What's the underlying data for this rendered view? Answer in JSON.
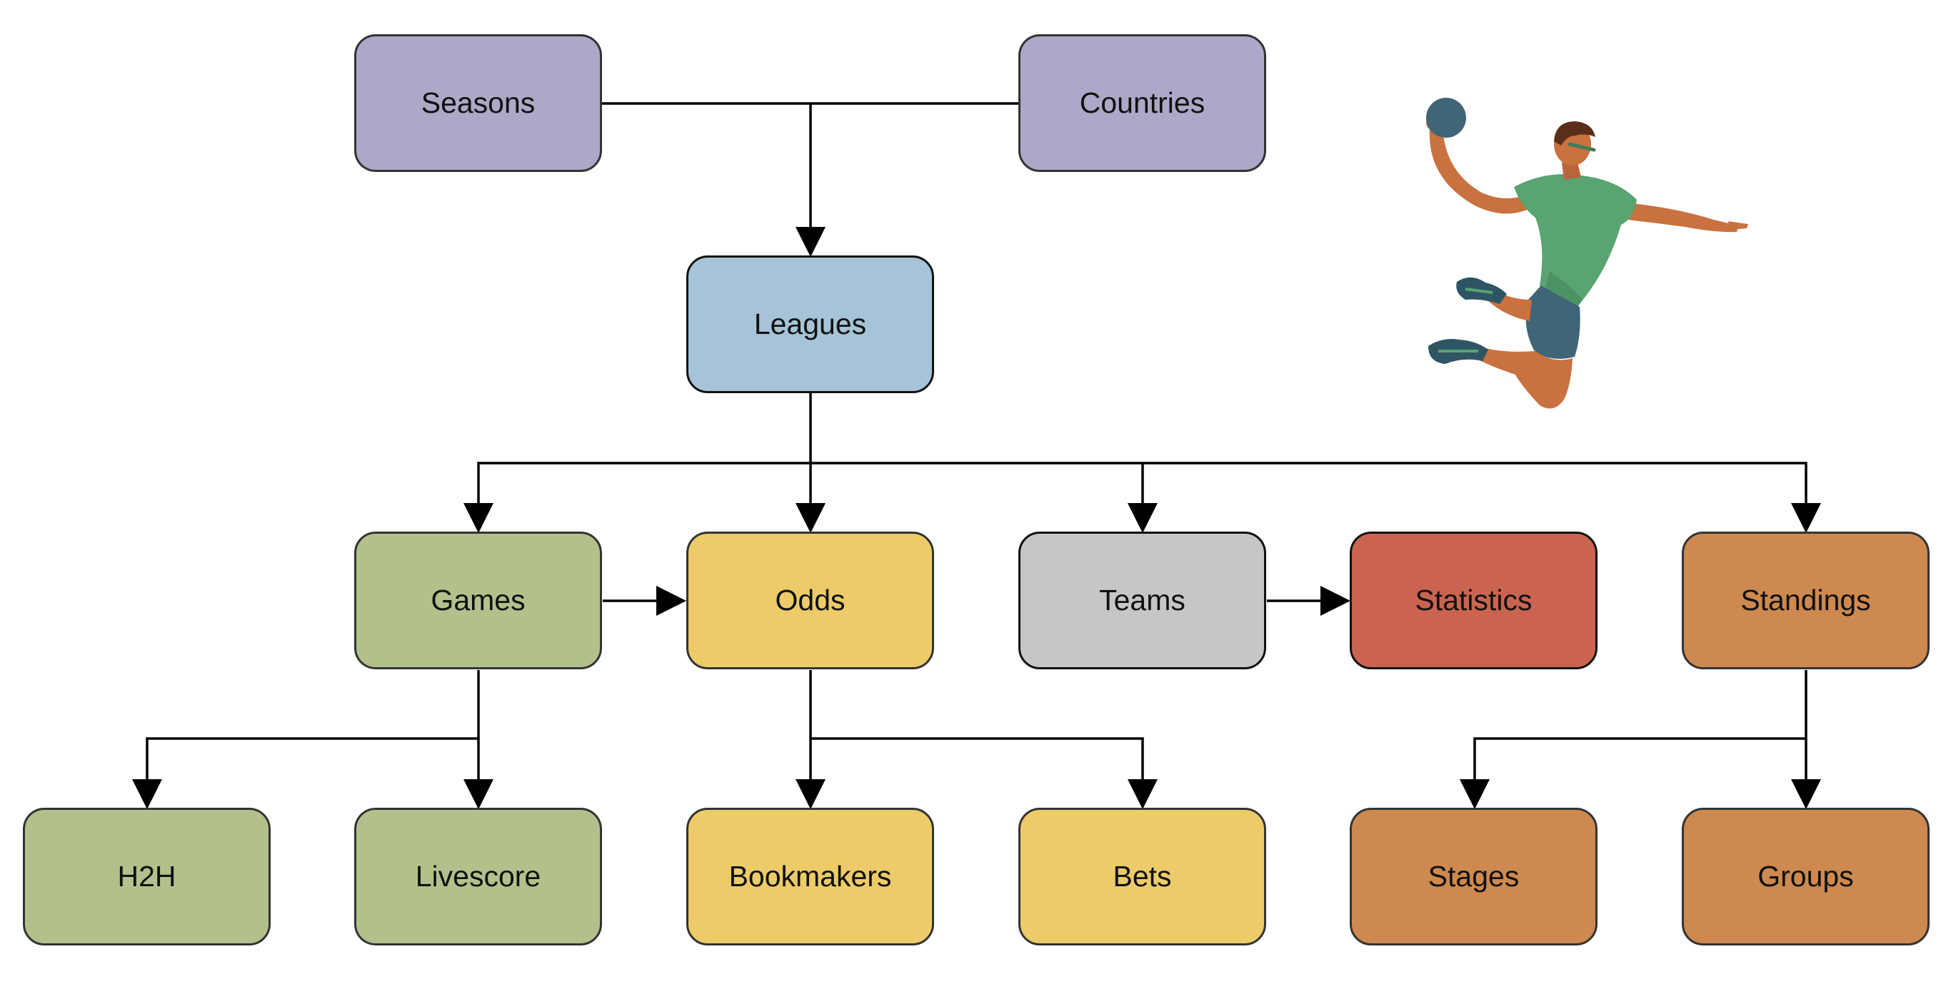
{
  "nodes": {
    "seasons": {
      "label": "Seasons",
      "color": "#ADA8C7"
    },
    "countries": {
      "label": "Countries",
      "color": "#ADA8C7"
    },
    "leagues": {
      "label": "Leagues",
      "color": "#A6C3D7"
    },
    "games": {
      "label": "Games",
      "color": "#B2C18B"
    },
    "odds": {
      "label": "Odds",
      "color": "#ECCB68"
    },
    "teams": {
      "label": "Teams",
      "color": "#C6C6C6"
    },
    "statistics": {
      "label": "Statistics",
      "color": "#CA6450"
    },
    "standings": {
      "label": "Standings",
      "color": "#CD894F"
    },
    "h2h": {
      "label": "H2H",
      "color": "#B2C18B"
    },
    "livescore": {
      "label": "Livescore",
      "color": "#B2C18B"
    },
    "bookmakers": {
      "label": "Bookmakers",
      "color": "#ECCB68"
    },
    "bets": {
      "label": "Bets",
      "color": "#ECCB68"
    },
    "stages": {
      "label": "Stages",
      "color": "#CD894F"
    },
    "groups": {
      "label": "Groups",
      "color": "#CD894F"
    }
  },
  "edges": [
    [
      "seasons",
      "leagues"
    ],
    [
      "countries",
      "leagues"
    ],
    [
      "leagues",
      "games"
    ],
    [
      "leagues",
      "odds"
    ],
    [
      "leagues",
      "teams"
    ],
    [
      "leagues",
      "standings"
    ],
    [
      "games",
      "odds"
    ],
    [
      "teams",
      "statistics"
    ],
    [
      "games",
      "h2h"
    ],
    [
      "games",
      "livescore"
    ],
    [
      "odds",
      "bookmakers"
    ],
    [
      "odds",
      "bets"
    ],
    [
      "standings",
      "stages"
    ],
    [
      "standings",
      "groups"
    ]
  ],
  "illustration": {
    "icon": "handball-player-icon"
  }
}
